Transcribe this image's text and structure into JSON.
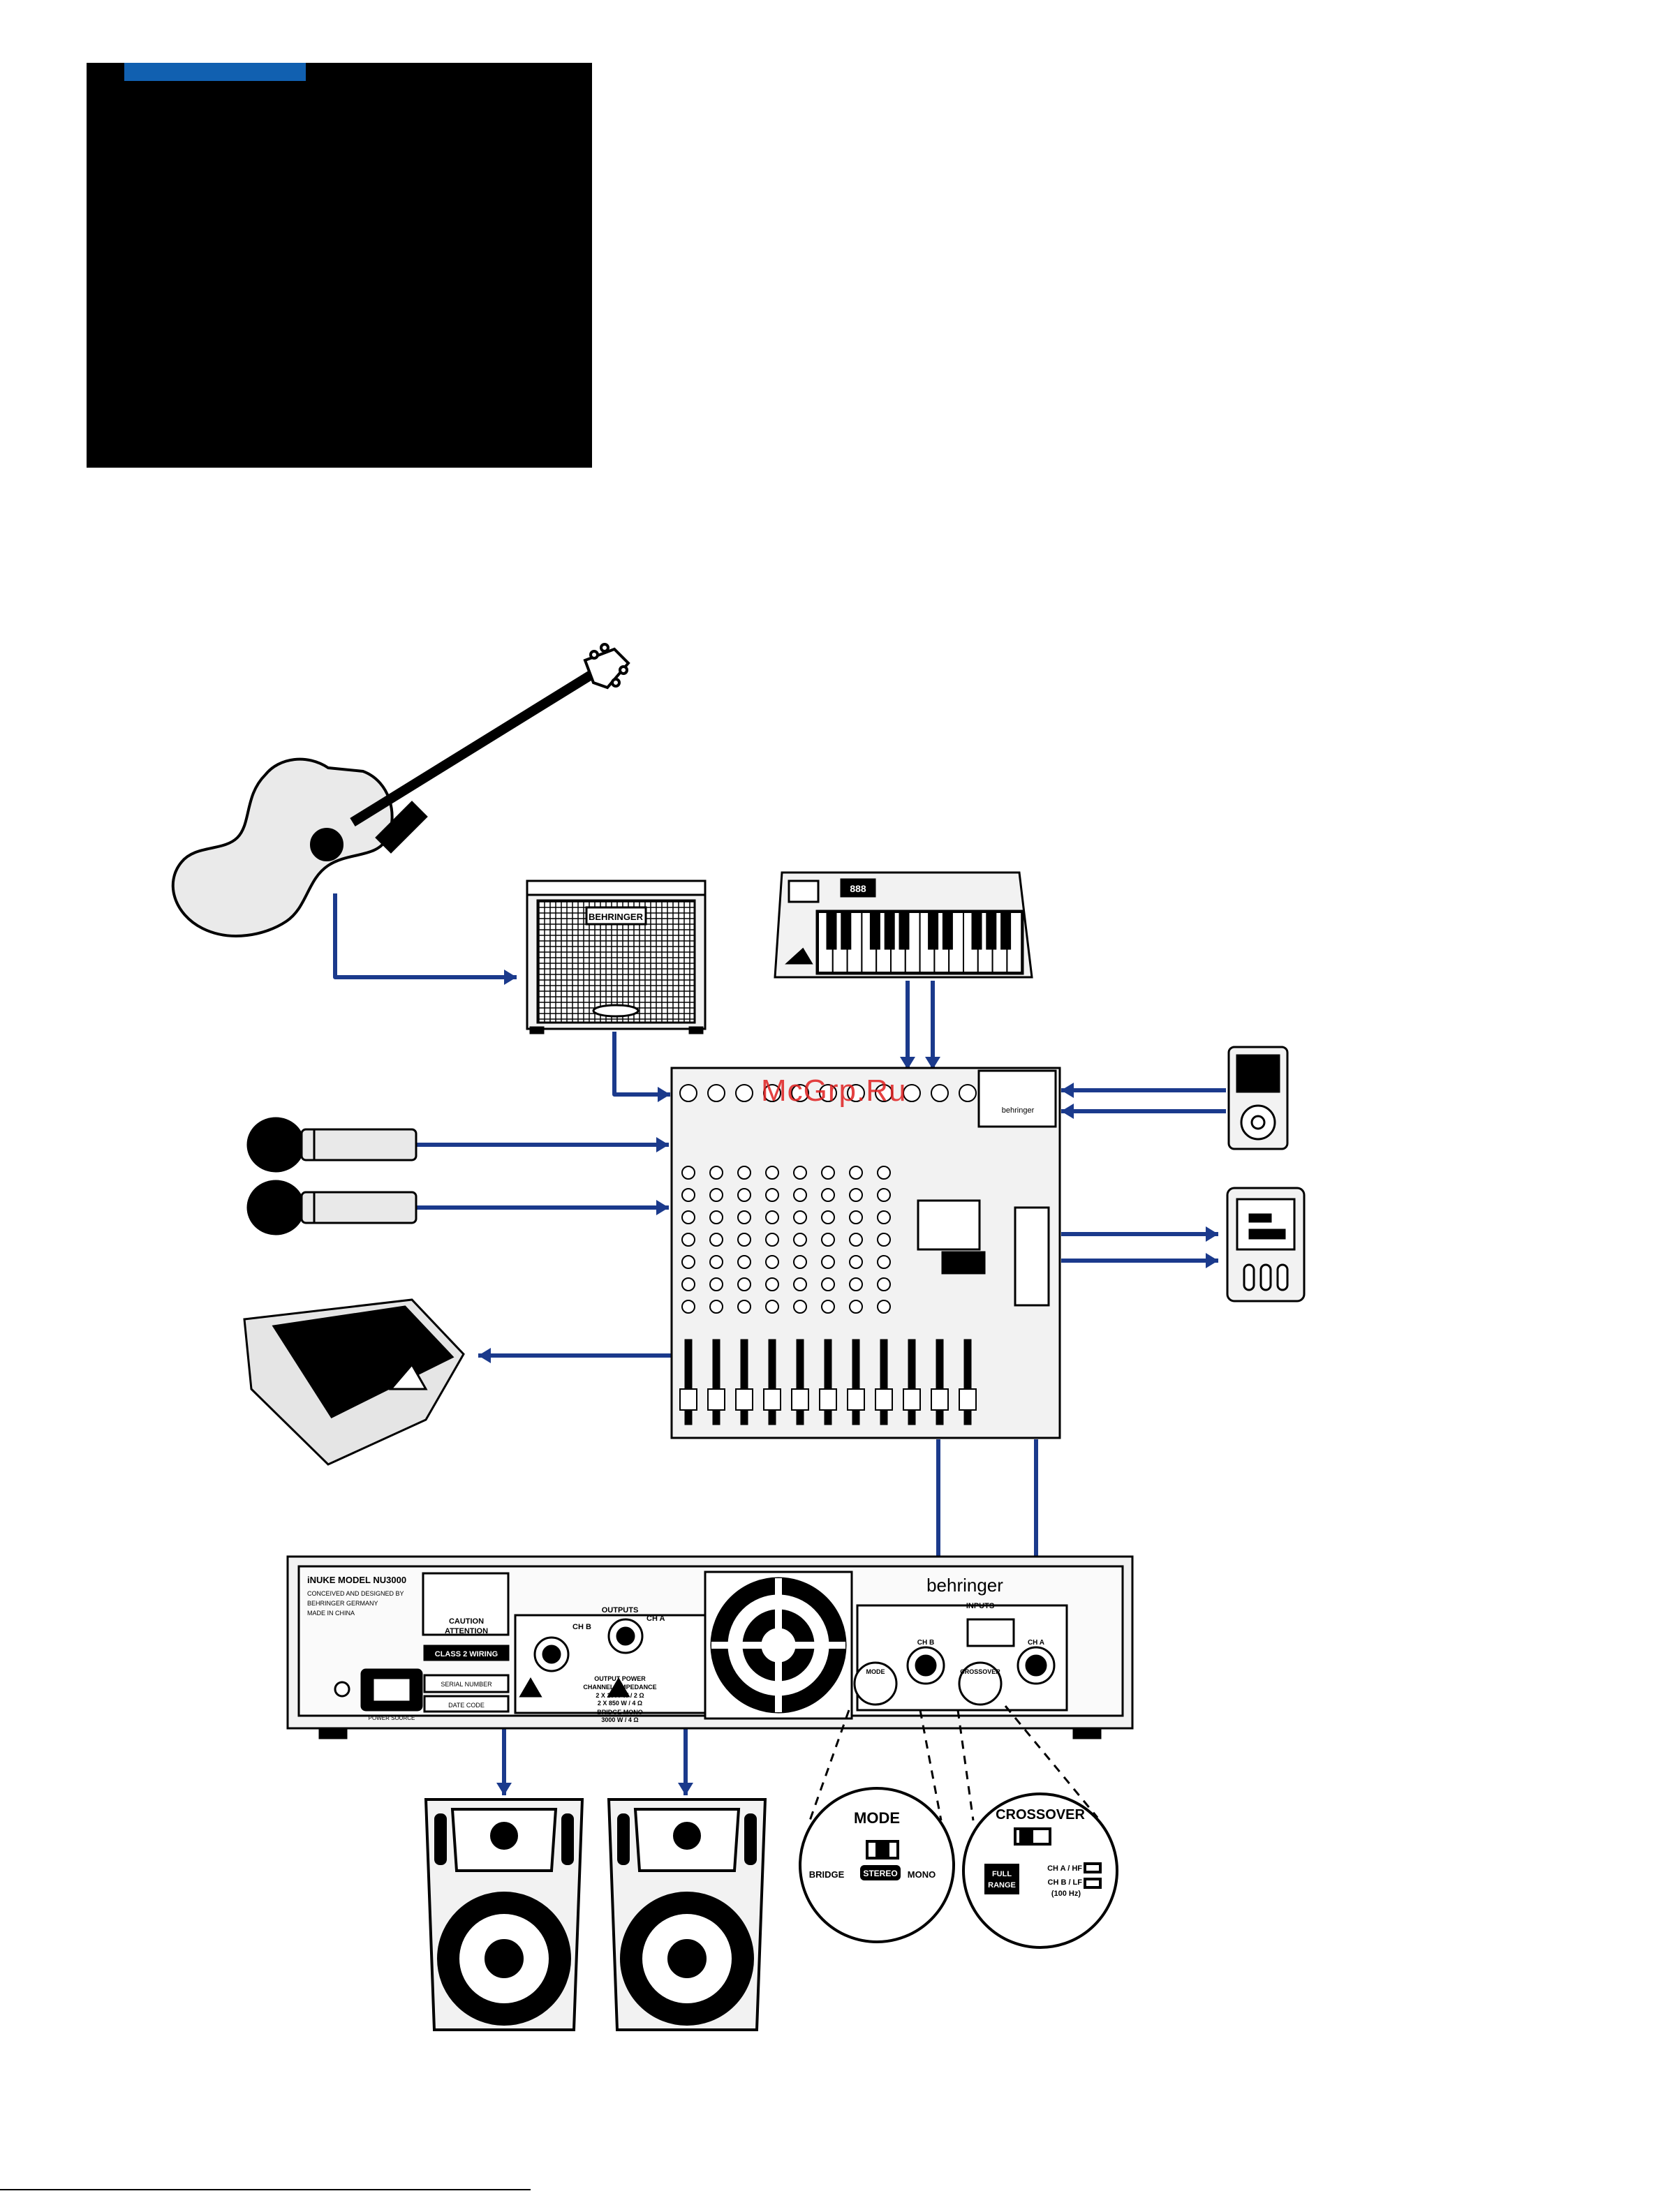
{
  "colors": {
    "cable": "#1b3a8c",
    "tab": "#1160b0",
    "watermark": "#e02020"
  },
  "watermark": "McGrp.Ru",
  "amp_rear": {
    "model": "iNUKE MODEL NU3000",
    "conceived": "CONCEIVED AND DESIGNED BY",
    "company": "BEHRINGER GERMANY",
    "made_in": "MADE IN CHINA",
    "brand": "behringer",
    "outputs_label": "OUTPUTS",
    "inputs_label": "INPUTS",
    "ch_a": "CH A",
    "ch_b": "CH B",
    "caution": "CAUTION",
    "attention": "ATTENTION",
    "class2": "CLASS 2 WIRING",
    "output_power": "OUTPUT POWER",
    "channel_impedance": "CHANNEL / IMPEDANCE",
    "power_2ohm": "2 X 1500 W / 2 Ω",
    "power_4ohm": "2 X 850 W / 4 Ω",
    "bridge_mono": "BRIDGE MONO",
    "bridge_power": "3000 W / 4 Ω",
    "serial": "SERIAL NUMBER",
    "date_code": "DATE CODE",
    "power_source": "POWER SOURCE",
    "mode_small": "MODE",
    "crossover_small": "CROSSOVER"
  },
  "mode_callout": {
    "title": "MODE",
    "bridge": "BRIDGE",
    "stereo": "STEREO",
    "mono": "MONO"
  },
  "crossover_callout": {
    "title": "CROSSOVER",
    "full": "FULL",
    "range": "RANGE",
    "ch_a_hf": "CH A / HF",
    "ch_b_lf": "CH B / LF",
    "freq": "(100 Hz)"
  },
  "guitar_amp": {
    "brand": "BEHRINGER"
  },
  "keyboard": {
    "display": "888"
  },
  "mixer": {
    "brand": "behringer"
  },
  "footer": {
    "text": ""
  }
}
